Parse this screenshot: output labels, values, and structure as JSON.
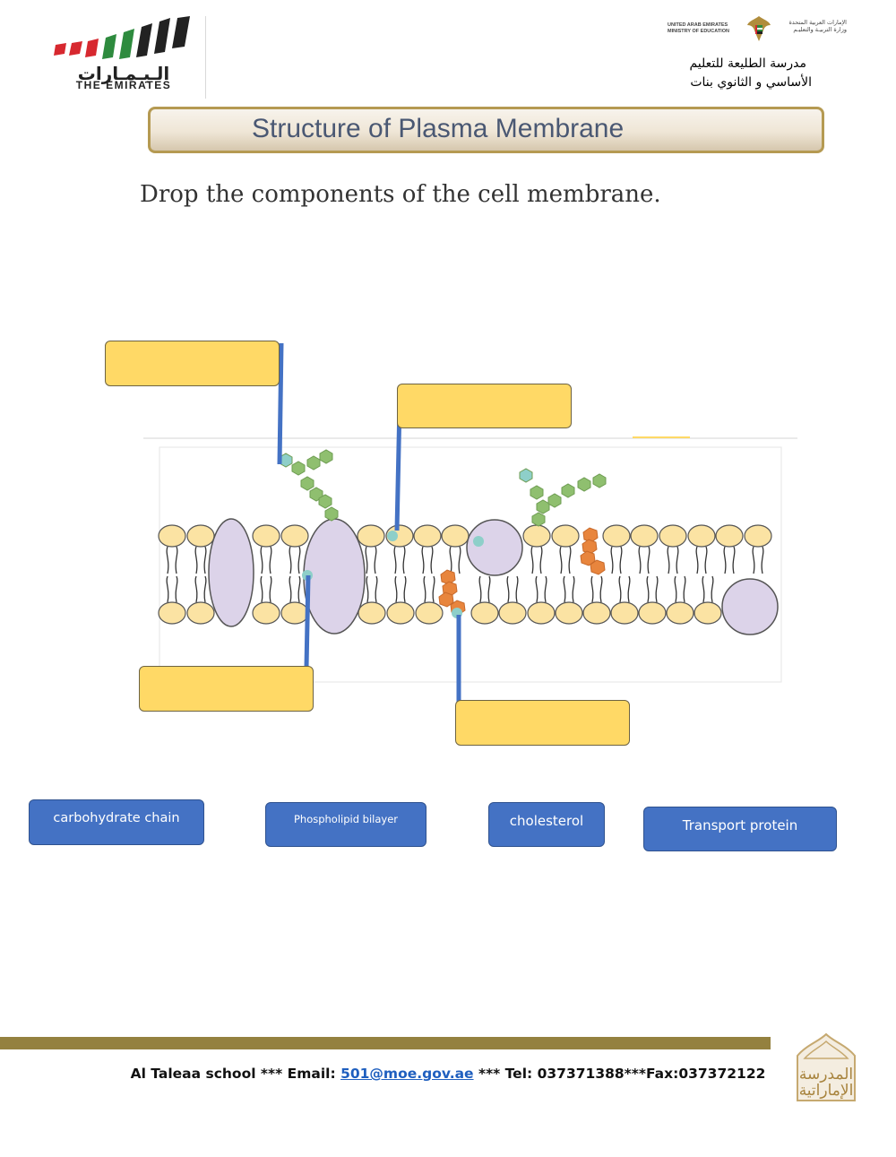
{
  "header": {
    "logo_arabic": "الـيـمـارات",
    "logo_english": "THE EMIRATES",
    "ministry_en_line1": "UNITED ARAB EMIRATES",
    "ministry_en_line2": "MINISTRY OF EDUCATION",
    "ministry_ar_line1": "الإمارات العربية المتحدة",
    "ministry_ar_line2": "وزارة التربيـة والتعليـم",
    "school_ar_line1": "مدرسة الطليعة للتعليم",
    "school_ar_line2": "الأساسي و الثانوي بنات"
  },
  "title": "Structure of Plasma Membrane",
  "instruction": "Drop the components of the cell membrane.",
  "drop_targets": [
    {
      "id": "target-1",
      "value": ""
    },
    {
      "id": "target-2",
      "value": ""
    },
    {
      "id": "target-3",
      "value": ""
    },
    {
      "id": "target-4",
      "value": ""
    }
  ],
  "answers": [
    {
      "id": "carbohydrate-chain",
      "label": "carbohydrate chain"
    },
    {
      "id": "phospholipid-bilayer",
      "label": "Phospholipid bilayer"
    },
    {
      "id": "cholesterol",
      "label": "cholesterol"
    },
    {
      "id": "transport-protein",
      "label": "Transport protein"
    }
  ],
  "colors": {
    "drop_box": "#ffd966",
    "answer_button": "#4472c4",
    "leader_line": "#4472c4",
    "phospholipid_head": "#fbe3a3",
    "protein": "#dcd3e9",
    "carbohydrate": "#8fbf6f",
    "cholesterol": "#e8853d",
    "footer_bar": "#94813f"
  },
  "footer": {
    "school": "Al Taleaa school *** Email: ",
    "email": "501@moe.gov.ae",
    "contact": " *** Tel: 037371388***Fax:037372122",
    "logo_text_line1": "المدرسة",
    "logo_text_line2": "الإماراتية"
  }
}
